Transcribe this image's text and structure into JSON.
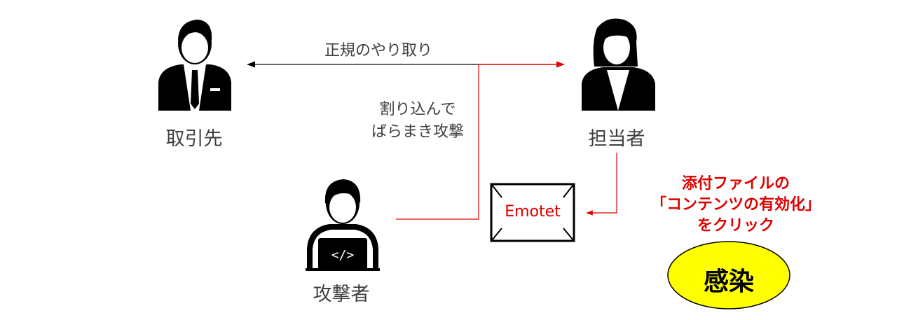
{
  "labels": {
    "partner": "取引先",
    "staff": "担当者",
    "attacker": "攻撃者"
  },
  "flows": {
    "legit": "正規のやり取り",
    "intercept_line1": "割り込んで",
    "intercept_line2": "ばらまき攻撃"
  },
  "mail": {
    "label": "Emotet"
  },
  "action": {
    "line1": "添付ファイルの",
    "line2": "「コンテンツの有効化」",
    "line3": "をクリック"
  },
  "result": {
    "label": "感染"
  },
  "colors": {
    "red": "#e00000",
    "yellow": "#ffff00",
    "text": "#404040"
  }
}
